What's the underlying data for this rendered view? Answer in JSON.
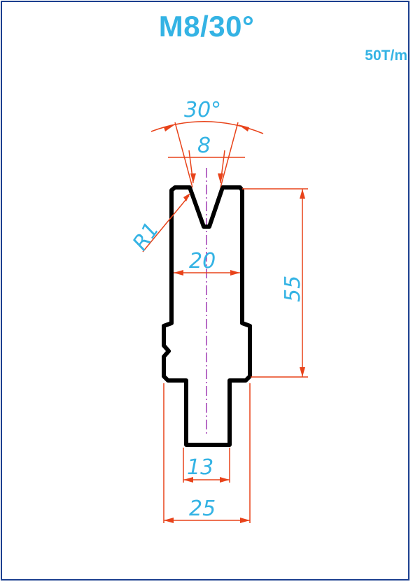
{
  "drawing": {
    "title": "M8/30°",
    "capacity": "50T/m"
  },
  "dimensions": {
    "angle": "30°",
    "v_opening": "8",
    "radius": "R1",
    "body_width": "20",
    "height": "55",
    "tang_width": "13",
    "base_width": "25"
  },
  "colors": {
    "frame": "#1c3f8f",
    "text": "#34b3e4",
    "dimension_line": "#e8431a",
    "profile": "#000000",
    "centerline": "#a03cb4"
  }
}
